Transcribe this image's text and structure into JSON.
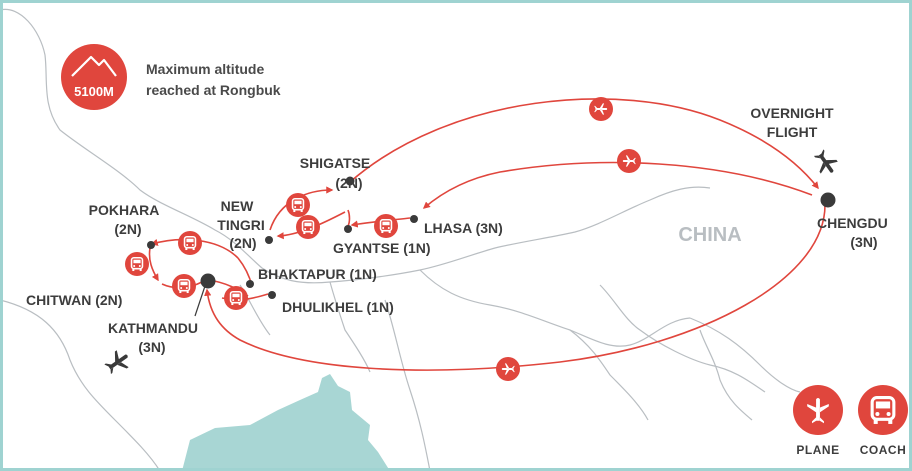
{
  "colors": {
    "route": "#e0463d",
    "frame": "#9fd3d1",
    "water": "#a8d6d4",
    "border": "#b9bec2",
    "node": "#3a3a3a",
    "text": "#3d3d3d"
  },
  "altitude_badge": {
    "value": "5100M",
    "note_line1": "Maximum altitude",
    "note_line2": "reached at Rongbuk",
    "icon": "mountain-icon"
  },
  "region_label": "CHINA",
  "places": {
    "shigatse": {
      "name": "SHIGATSE",
      "nights": "(2N)"
    },
    "new_tingri": {
      "name_line1": "NEW",
      "name_line2": "TINGRI",
      "nights": "(2N)"
    },
    "pokhara": {
      "name": "POKHARA",
      "nights": "(2N)"
    },
    "chitwan": {
      "label": "CHITWAN (2N)"
    },
    "kathmandu": {
      "name": "KATHMANDU",
      "nights": "(3N)"
    },
    "bhaktapur": {
      "label": "BHAKTAPUR (1N)"
    },
    "dhulikhel": {
      "label": "DHULIKHEL (1N)"
    },
    "lhasa": {
      "label": "LHASA (3N)"
    },
    "gyantse": {
      "label": "GYANTSE (1N)"
    },
    "chengdu": {
      "name": "CHENGDU",
      "nights": "(3N)"
    }
  },
  "overnight": {
    "line1": "OVERNIGHT",
    "line2": "FLIGHT"
  },
  "legend": {
    "items": [
      {
        "label": "PLANE",
        "icon": "plane-icon"
      },
      {
        "label": "COACH",
        "icon": "coach-icon"
      }
    ]
  }
}
